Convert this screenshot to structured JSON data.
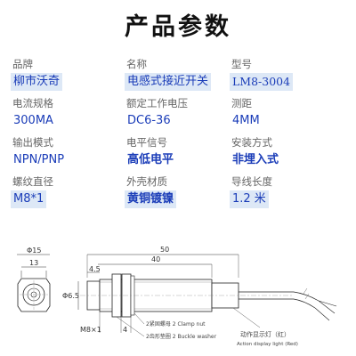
{
  "title": "产品参数",
  "specs": [
    [
      {
        "label": "品牌",
        "value": "柳市沃奇"
      },
      {
        "label": "名称",
        "value": "电感式接近开关"
      },
      {
        "label": "型号",
        "value": "LM8-3004"
      }
    ],
    [
      {
        "label": "电流规格",
        "value": "300MA"
      },
      {
        "label": "额定工作电压",
        "value": "DC6-36"
      },
      {
        "label": "测距",
        "value": "4MM"
      }
    ],
    [
      {
        "label": "输出模式",
        "value": "NPN/PNP"
      },
      {
        "label": "电平信号",
        "value": "高低电平"
      },
      {
        "label": "安装方式",
        "value": "非埋入式"
      }
    ],
    [
      {
        "label": "螺纹直径",
        "value": "M8*1"
      },
      {
        "label": "外壳材质",
        "value": "黄铜镀镍"
      },
      {
        "label": "导线长度",
        "value": "1.2 米"
      }
    ]
  ],
  "drawing": {
    "dim_diameter_15": "Φ15",
    "dim_13": "13",
    "dim_50": "50",
    "dim_40": "40",
    "dim_4_5": "4.5",
    "dim_diameter_6_5": "Φ6.5",
    "dim_thread": "M8×1",
    "dim_4": "4",
    "note_clamp_nut": "2紧固螺母  2 Clamp nut",
    "note_buckle_washer": "2齿形垫圈  2 Buckle washer",
    "note_indicator": "动作显示灯（红）",
    "note_indicator_en": "Action display light (Red)"
  }
}
